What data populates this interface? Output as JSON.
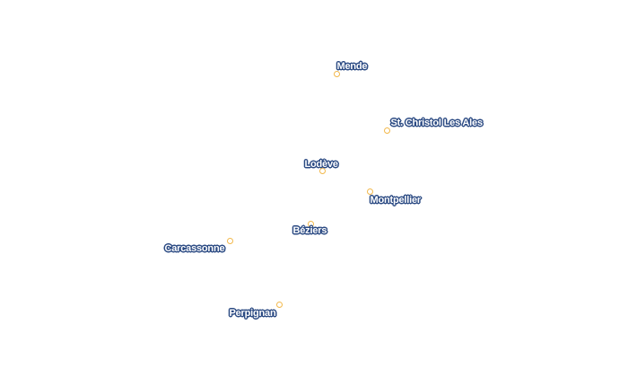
{
  "map": {
    "point_color": "#f2b84b",
    "label_fill": "#ffffff",
    "label_halo": "#2b4a83",
    "places": [
      {
        "id": "mende",
        "name": "Mende"
      },
      {
        "id": "st-christol",
        "name": "St. Christol Les Ales"
      },
      {
        "id": "lodeve",
        "name": "Lodève"
      },
      {
        "id": "montpellier",
        "name": "Montpellier"
      },
      {
        "id": "beziers",
        "name": "Béziers"
      },
      {
        "id": "carcassonne",
        "name": "Carcassonne"
      },
      {
        "id": "perpignan",
        "name": "Perpignan"
      }
    ]
  }
}
